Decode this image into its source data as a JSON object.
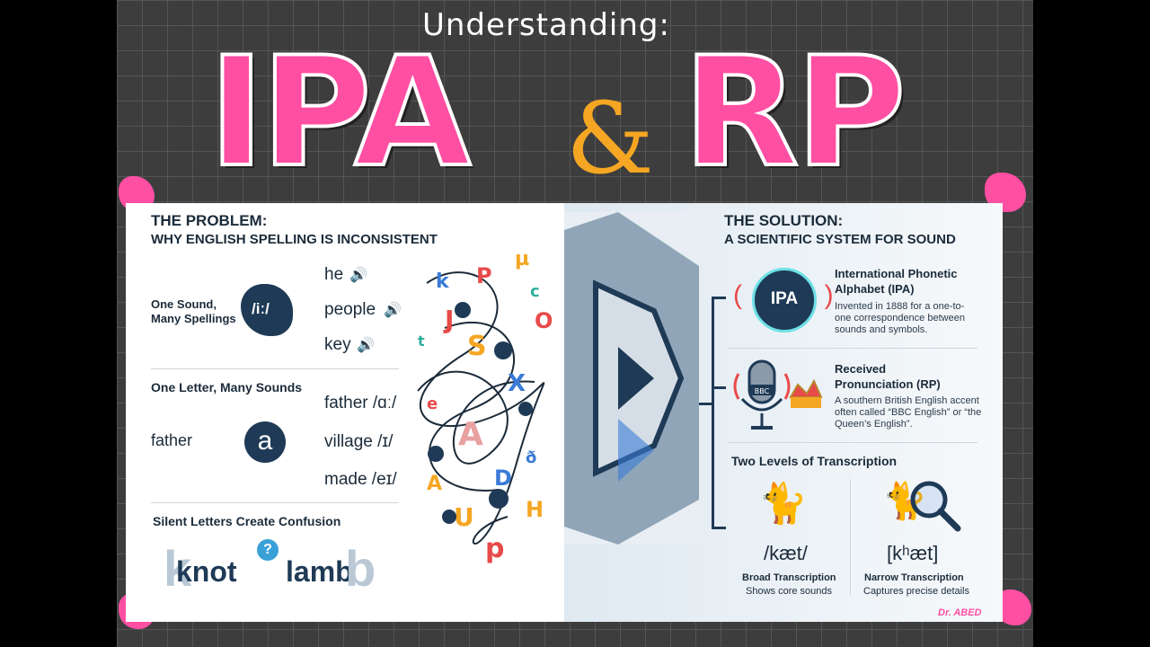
{
  "header": {
    "subtitle": "Understanding:",
    "title_left": "IPA",
    "title_amp": "&",
    "title_right": "RP"
  },
  "problem": {
    "heading": "THE PROBLEM:",
    "subheading": "WHY ENGLISH SPELLING IS INCONSISTENT",
    "one_sound": {
      "label_line1": "One Sound,",
      "label_line2": "Many Spellings",
      "symbol": "/iː/",
      "words": [
        "he",
        "people",
        "key"
      ]
    },
    "one_letter": {
      "label": "One Letter, Many Sounds",
      "example_word": "father",
      "letter": "a",
      "variants": [
        "father /ɑː/",
        "village /ɪ/",
        "made /eɪ/"
      ]
    },
    "silent": {
      "label": "Silent Letters Create Confusion",
      "question_mark": "?",
      "ghost_k": "k",
      "word1": "knot",
      "word2": "lamb",
      "ghost_b": "b"
    }
  },
  "solution": {
    "heading": "THE SOLUTION:",
    "subheading": "A SCIENTIFIC SYSTEM FOR SOUND",
    "ipa": {
      "badge": "IPA",
      "title_line1": "International Phonetic",
      "title_line2": "Alphabet (IPA)",
      "desc": "Invented in 1888 for a one-to-one correspondence between sounds and symbols."
    },
    "rp": {
      "mic_label": "BBC",
      "title_line1": "Received",
      "title_line2": "Pronunciation (RP)",
      "desc": "A southern British English accent often called “BBC English” or “the Queen’s English”."
    },
    "levels": {
      "heading": "Two Levels of Transcription",
      "broad": {
        "symbol": "/kæt/",
        "title": "Broad Transcription",
        "desc": "Shows core sounds"
      },
      "narrow": {
        "symbol": "[kʰæt]",
        "title": "Narrow Transcription",
        "desc": "Captures precise details"
      }
    }
  },
  "signature": "Dr. ABED",
  "colors": {
    "pink": "#ff4fa3",
    "navy": "#1e3a56",
    "accent_blue": "#3a7bd5",
    "amp_orange": "#f5a623"
  },
  "icons": [
    "speaker-icon",
    "cat-icon",
    "magnifier-icon",
    "microphone-icon",
    "crown-icon",
    "funnel-graphic"
  ]
}
